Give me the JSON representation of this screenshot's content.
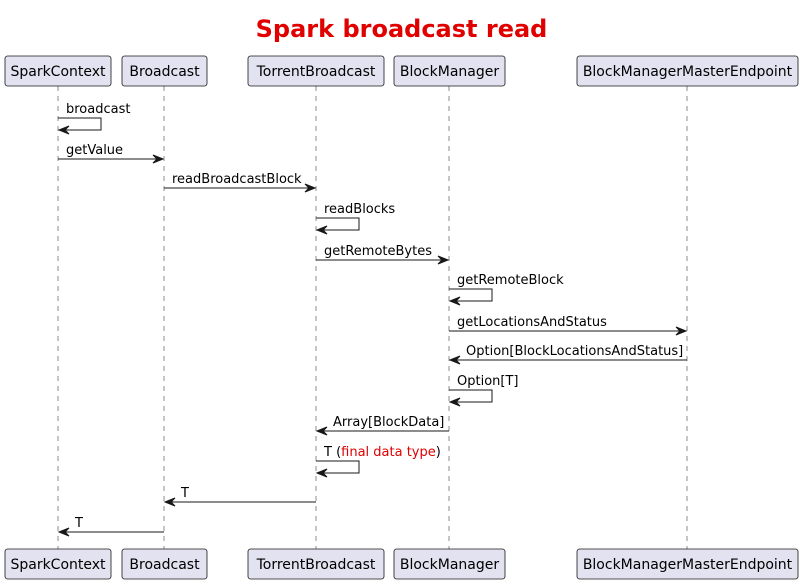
{
  "title": "Spark broadcast read",
  "participants": [
    {
      "id": "sc",
      "name": "SparkContext"
    },
    {
      "id": "bc",
      "name": "Broadcast"
    },
    {
      "id": "tb",
      "name": "TorrentBroadcast"
    },
    {
      "id": "bm",
      "name": "BlockManager"
    },
    {
      "id": "bmme",
      "name": "BlockManagerMasterEndpoint"
    }
  ],
  "messages": [
    {
      "from": "sc",
      "to": "sc",
      "label": "broadcast"
    },
    {
      "from": "sc",
      "to": "bc",
      "label": "getValue"
    },
    {
      "from": "bc",
      "to": "tb",
      "label": "readBroadcastBlock"
    },
    {
      "from": "tb",
      "to": "tb",
      "label": "readBlocks"
    },
    {
      "from": "tb",
      "to": "bm",
      "label": "getRemoteBytes"
    },
    {
      "from": "bm",
      "to": "bm",
      "label": "getRemoteBlock"
    },
    {
      "from": "bm",
      "to": "bmme",
      "label": "getLocationsAndStatus"
    },
    {
      "from": "bmme",
      "to": "bm",
      "label": "Option[BlockLocationsAndStatus]"
    },
    {
      "from": "bm",
      "to": "bm",
      "label": "Option[T]"
    },
    {
      "from": "bm",
      "to": "tb",
      "label": "Array[BlockData]"
    },
    {
      "from": "tb",
      "to": "tb",
      "label": "T (final data type)",
      "label_parts": [
        "T (",
        "final data type",
        ")"
      ],
      "highlight_color": "#e00000"
    },
    {
      "from": "tb",
      "to": "bc",
      "label": "T"
    },
    {
      "from": "bc",
      "to": "sc",
      "label": "T"
    }
  ],
  "colors": {
    "title": "#e00000",
    "participant_fill": "#e2e2f0",
    "line": "#181818",
    "highlight": "#e00000"
  }
}
